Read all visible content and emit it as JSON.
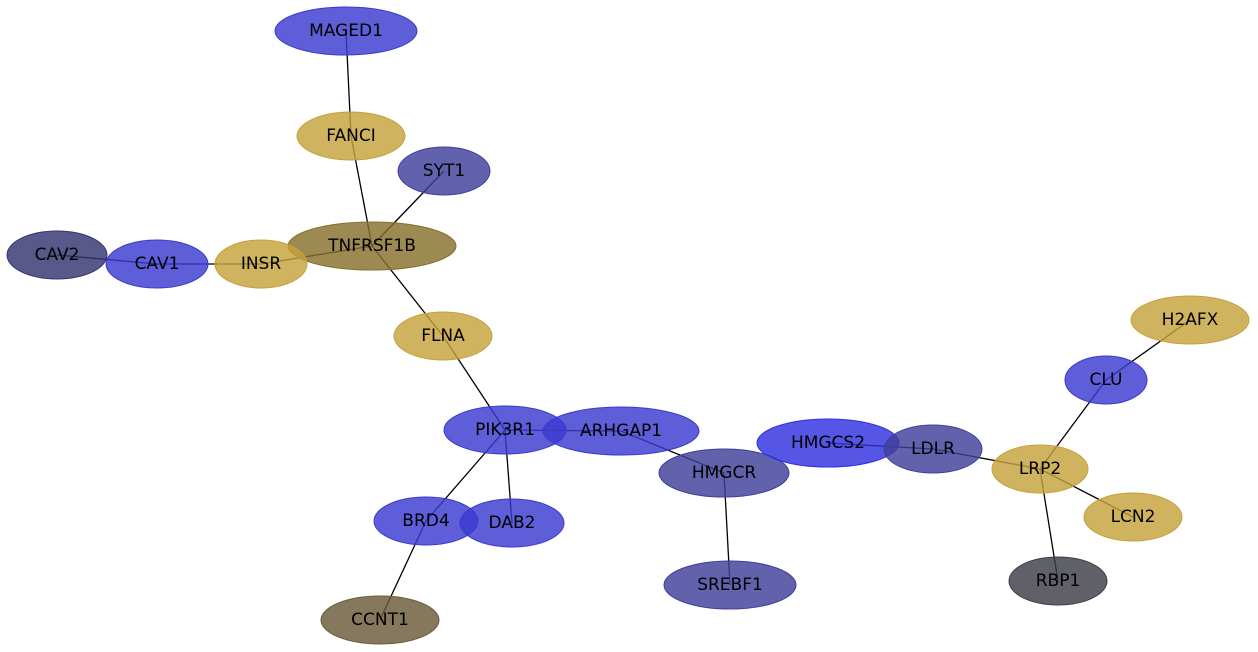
{
  "colors": {
    "blue": "#3a3ad0",
    "blue_bright": "#2f2fe0",
    "slate": "#3f3f9a",
    "dark_slate": "#333370",
    "gold": "#c4a23a",
    "olive": "#87702d",
    "dark_gray": "#3d3d48",
    "brown_gray": "#6a5a38"
  },
  "nodes": [
    {
      "id": "MAGED1",
      "label": "MAGED1",
      "color": "blue"
    },
    {
      "id": "FANCI",
      "label": "FANCI",
      "color": "gold"
    },
    {
      "id": "SYT1",
      "label": "SYT1",
      "color": "slate"
    },
    {
      "id": "TNFRSF1B",
      "label": "TNFRSF1B",
      "color": "olive"
    },
    {
      "id": "CAV2",
      "label": "CAV2",
      "color": "dark_slate"
    },
    {
      "id": "CAV1",
      "label": "CAV1",
      "color": "blue"
    },
    {
      "id": "INSR",
      "label": "INSR",
      "color": "gold"
    },
    {
      "id": "FLNA",
      "label": "FLNA",
      "color": "gold"
    },
    {
      "id": "PIK3R1",
      "label": "PIK3R1",
      "color": "blue"
    },
    {
      "id": "ARHGAP1",
      "label": "ARHGAP1",
      "color": "blue"
    },
    {
      "id": "HMGCR",
      "label": "HMGCR",
      "color": "slate"
    },
    {
      "id": "HMGCS2",
      "label": "HMGCS2",
      "color": "blue_bright"
    },
    {
      "id": "LDLR",
      "label": "LDLR",
      "color": "slate"
    },
    {
      "id": "LRP2",
      "label": "LRP2",
      "color": "gold"
    },
    {
      "id": "CLU",
      "label": "CLU",
      "color": "blue"
    },
    {
      "id": "H2AFX",
      "label": "H2AFX",
      "color": "gold"
    },
    {
      "id": "LCN2",
      "label": "LCN2",
      "color": "gold"
    },
    {
      "id": "RBP1",
      "label": "RBP1",
      "color": "dark_gray"
    },
    {
      "id": "BRD4",
      "label": "BRD4",
      "color": "blue"
    },
    {
      "id": "DAB2",
      "label": "DAB2",
      "color": "blue"
    },
    {
      "id": "CCNT1",
      "label": "CCNT1",
      "color": "brown_gray"
    },
    {
      "id": "SREBF1",
      "label": "SREBF1",
      "color": "slate"
    }
  ],
  "edges": [
    [
      "MAGED1",
      "FANCI"
    ],
    [
      "FANCI",
      "TNFRSF1B"
    ],
    [
      "SYT1",
      "TNFRSF1B"
    ],
    [
      "CAV2",
      "CAV1"
    ],
    [
      "CAV1",
      "INSR"
    ],
    [
      "INSR",
      "TNFRSF1B"
    ],
    [
      "TNFRSF1B",
      "FLNA"
    ],
    [
      "FLNA",
      "PIK3R1"
    ],
    [
      "PIK3R1",
      "ARHGAP1"
    ],
    [
      "ARHGAP1",
      "HMGCR"
    ],
    [
      "PIK3R1",
      "BRD4"
    ],
    [
      "PIK3R1",
      "DAB2"
    ],
    [
      "BRD4",
      "CCNT1"
    ],
    [
      "HMGCR",
      "SREBF1"
    ],
    [
      "HMGCS2",
      "LDLR"
    ],
    [
      "LDLR",
      "LRP2"
    ],
    [
      "LRP2",
      "CLU"
    ],
    [
      "CLU",
      "H2AFX"
    ],
    [
      "LRP2",
      "LCN2"
    ],
    [
      "LRP2",
      "RBP1"
    ]
  ]
}
